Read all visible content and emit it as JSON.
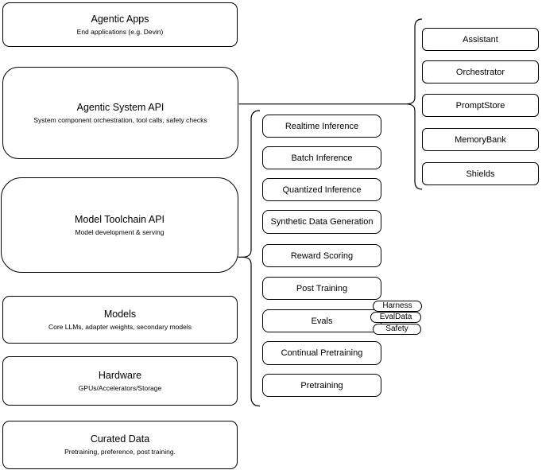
{
  "left_stack": [
    {
      "title": "Agentic Apps",
      "subtitle": "End applications (e.g. Devin)"
    },
    {
      "title": "Agentic System API",
      "subtitle": "System component orchestration, tool calls, safety checks"
    },
    {
      "title": "Model Toolchain API",
      "subtitle": "Model development & serving"
    },
    {
      "title": "Models",
      "subtitle": "Core LLMs, adapter weights, secondary models"
    },
    {
      "title": "Hardware",
      "subtitle": "GPUs/Accelerators/Storage"
    },
    {
      "title": "Curated Data",
      "subtitle": "Pretraining, preference, post training."
    }
  ],
  "toolchain": {
    "items": [
      "Realtime Inference",
      "Batch Inference",
      "Quantized Inference",
      "Synthetic Data Generation",
      "Reward Scoring",
      "Post Training",
      "Evals",
      "Continual Pretraining",
      "Pretraining"
    ]
  },
  "evals": {
    "tags": [
      "Harness",
      "EvalData",
      "Safety"
    ]
  },
  "system_components": [
    "Assistant",
    "Orchestrator",
    "PromptStore",
    "MemoryBank",
    "Shields"
  ],
  "colors": {
    "stroke": "#000000",
    "fill": "#ffffff",
    "text": "#000000",
    "background": "#ffffff"
  }
}
